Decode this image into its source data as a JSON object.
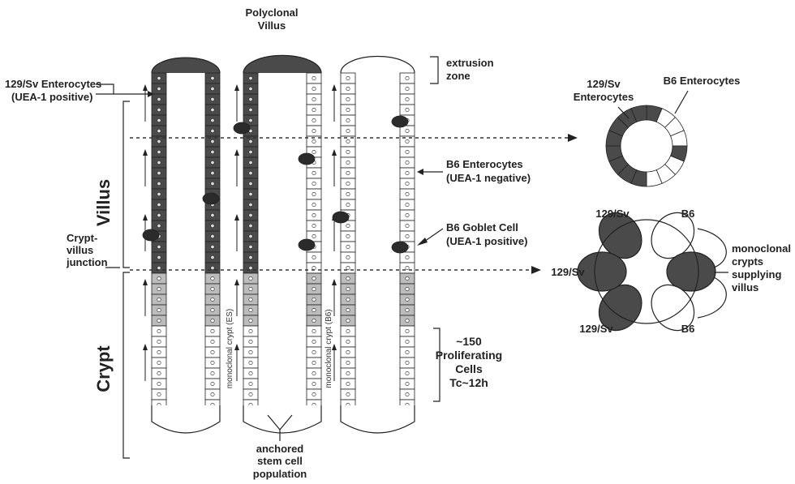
{
  "labels": {
    "polyclonal_villus": [
      "Polyclonal",
      "Villus"
    ],
    "sv129_enterocytes_left": [
      "129/Sv Enterocytes",
      "(UEA-1 positive)"
    ],
    "villus": "Villus",
    "crypt_villus_junction": [
      "Crypt-",
      "villus",
      "junction"
    ],
    "crypt": "Crypt",
    "extrusion_zone": [
      "extrusion",
      "zone"
    ],
    "b6_enterocytes": [
      "B6 Enterocytes",
      "(UEA-1 negative)"
    ],
    "b6_goblet_cell": [
      "B6 Goblet Cell",
      "(UEA-1 positive)"
    ],
    "proliferating": [
      "~150",
      "Proliferating",
      "Cells",
      "Tc~12h"
    ],
    "anchored_stem": [
      "anchored",
      "stem cell",
      "population"
    ],
    "monoclonal_crypt_es": "monoclonal crypt (ES)",
    "monoclonal_crypt_b6": "monoclonal crypt (B6)",
    "ring_129sv": [
      "129/Sv",
      "Enterocytes"
    ],
    "ring_b6": "B6 Enterocytes",
    "crypt_129sv_top": "129/Sv",
    "crypt_b6_top": "B6",
    "crypt_129sv_left": "129/Sv",
    "crypt_129sv_bottom": "129/Sv",
    "crypt_b6_bottom": "B6",
    "monoclonal_supplying": [
      "monoclonal",
      "crypts",
      "supplying",
      "villus"
    ]
  },
  "colors": {
    "sv129_cell": "#4a4a4a",
    "b6_cell": "#ffffff",
    "junction_cell": "#bcbcbc",
    "stem_cell": "#2b2b2b",
    "outline": "#222222"
  }
}
